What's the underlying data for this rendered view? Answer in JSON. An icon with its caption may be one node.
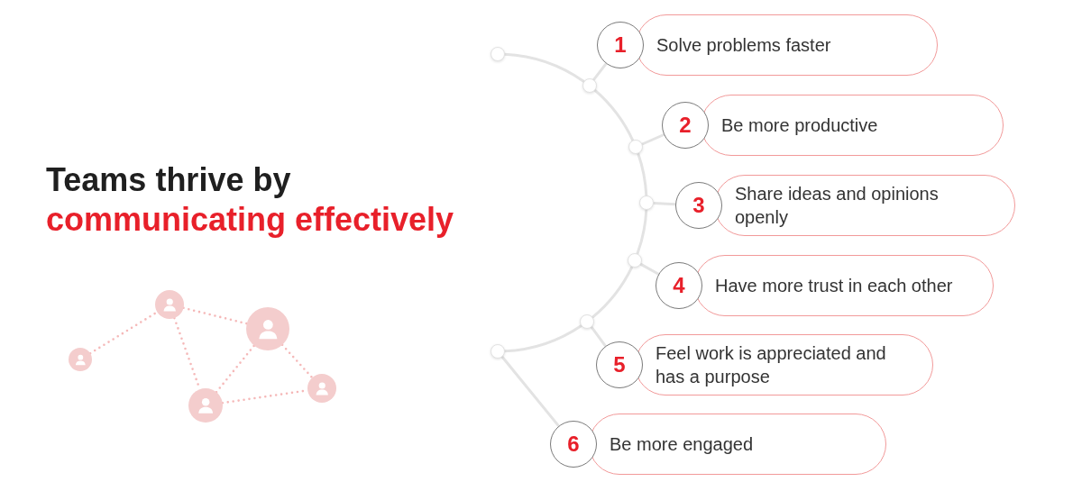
{
  "diagram": {
    "title": "Teams thrive by communicating effectively",
    "nodes": [
      {
        "text": [
          "1"
        ]
      },
      {
        "text": [
          "Solve problems faster"
        ]
      },
      {
        "text": [
          "2"
        ]
      },
      {
        "text": [
          "Be more productive"
        ]
      },
      {
        "text": [
          "3"
        ]
      },
      {
        "text": [
          "Share ideas and opinions openly"
        ]
      },
      {
        "text": [
          "4"
        ]
      },
      {
        "text": [
          "Have more trust in each other"
        ]
      },
      {
        "text": [
          "5"
        ]
      },
      {
        "text": [
          "Feel work is appreciated and has a purpose"
        ]
      },
      {
        "text": [
          "6"
        ]
      },
      {
        "text": [
          "Be more engaged"
        ]
      },
      {
        "text": [],
        "shape": "circle"
      },
      {
        "text": [],
        "shape": "circle"
      },
      {
        "text": [],
        "shape": "circle"
      },
      {
        "text": [],
        "shape": "circle"
      },
      {
        "text": [],
        "shape": "circle"
      },
      {
        "text": [],
        "shape": "circle"
      },
      {
        "text": [],
        "shape": "circle"
      },
      {
        "text": [],
        "shape": "person"
      },
      {
        "text": [],
        "shape": "person"
      },
      {
        "text": [],
        "shape": "person"
      },
      {
        "text": [],
        "shape": "person"
      },
      {
        "text": [],
        "shape": "person"
      }
    ],
    "edges": [
      {
        "from": 12,
        "to": 13,
        "arrow": "none"
      },
      {
        "from": 13,
        "to": 14,
        "arrow": "none"
      },
      {
        "from": 14,
        "to": 15,
        "arrow": "none"
      },
      {
        "from": 15,
        "to": 16,
        "arrow": "none"
      },
      {
        "from": 16,
        "to": 17,
        "arrow": "none"
      },
      {
        "from": 17,
        "to": 18,
        "arrow": "none"
      },
      {
        "from": 13,
        "to": 0,
        "arrow": "none"
      },
      {
        "from": 14,
        "to": 2,
        "arrow": "none"
      },
      {
        "from": 15,
        "to": 4,
        "arrow": "none"
      },
      {
        "from": 16,
        "to": 6,
        "arrow": "none"
      },
      {
        "from": 17,
        "to": 8,
        "arrow": "none"
      },
      {
        "from": 18,
        "to": 10,
        "arrow": "none"
      },
      {
        "from": 19,
        "to": 20,
        "arrow": "none",
        "style": "dashed",
        "color": "#f5b8b8"
      },
      {
        "from": 20,
        "to": 22,
        "arrow": "none",
        "style": "dashed",
        "color": "#f5b8b8"
      },
      {
        "from": 20,
        "to": 21,
        "arrow": "none",
        "style": "dashed",
        "color": "#f5b8b8"
      },
      {
        "from": 21,
        "to": 22,
        "arrow": "none",
        "style": "dashed",
        "color": "#f5b8b8"
      },
      {
        "from": 22,
        "to": 23,
        "arrow": "none",
        "style": "dashed",
        "color": "#f5b8b8"
      },
      {
        "from": 21,
        "to": 23,
        "arrow": "none",
        "style": "dashed",
        "color": "#f5b8b8"
      }
    ]
  }
}
